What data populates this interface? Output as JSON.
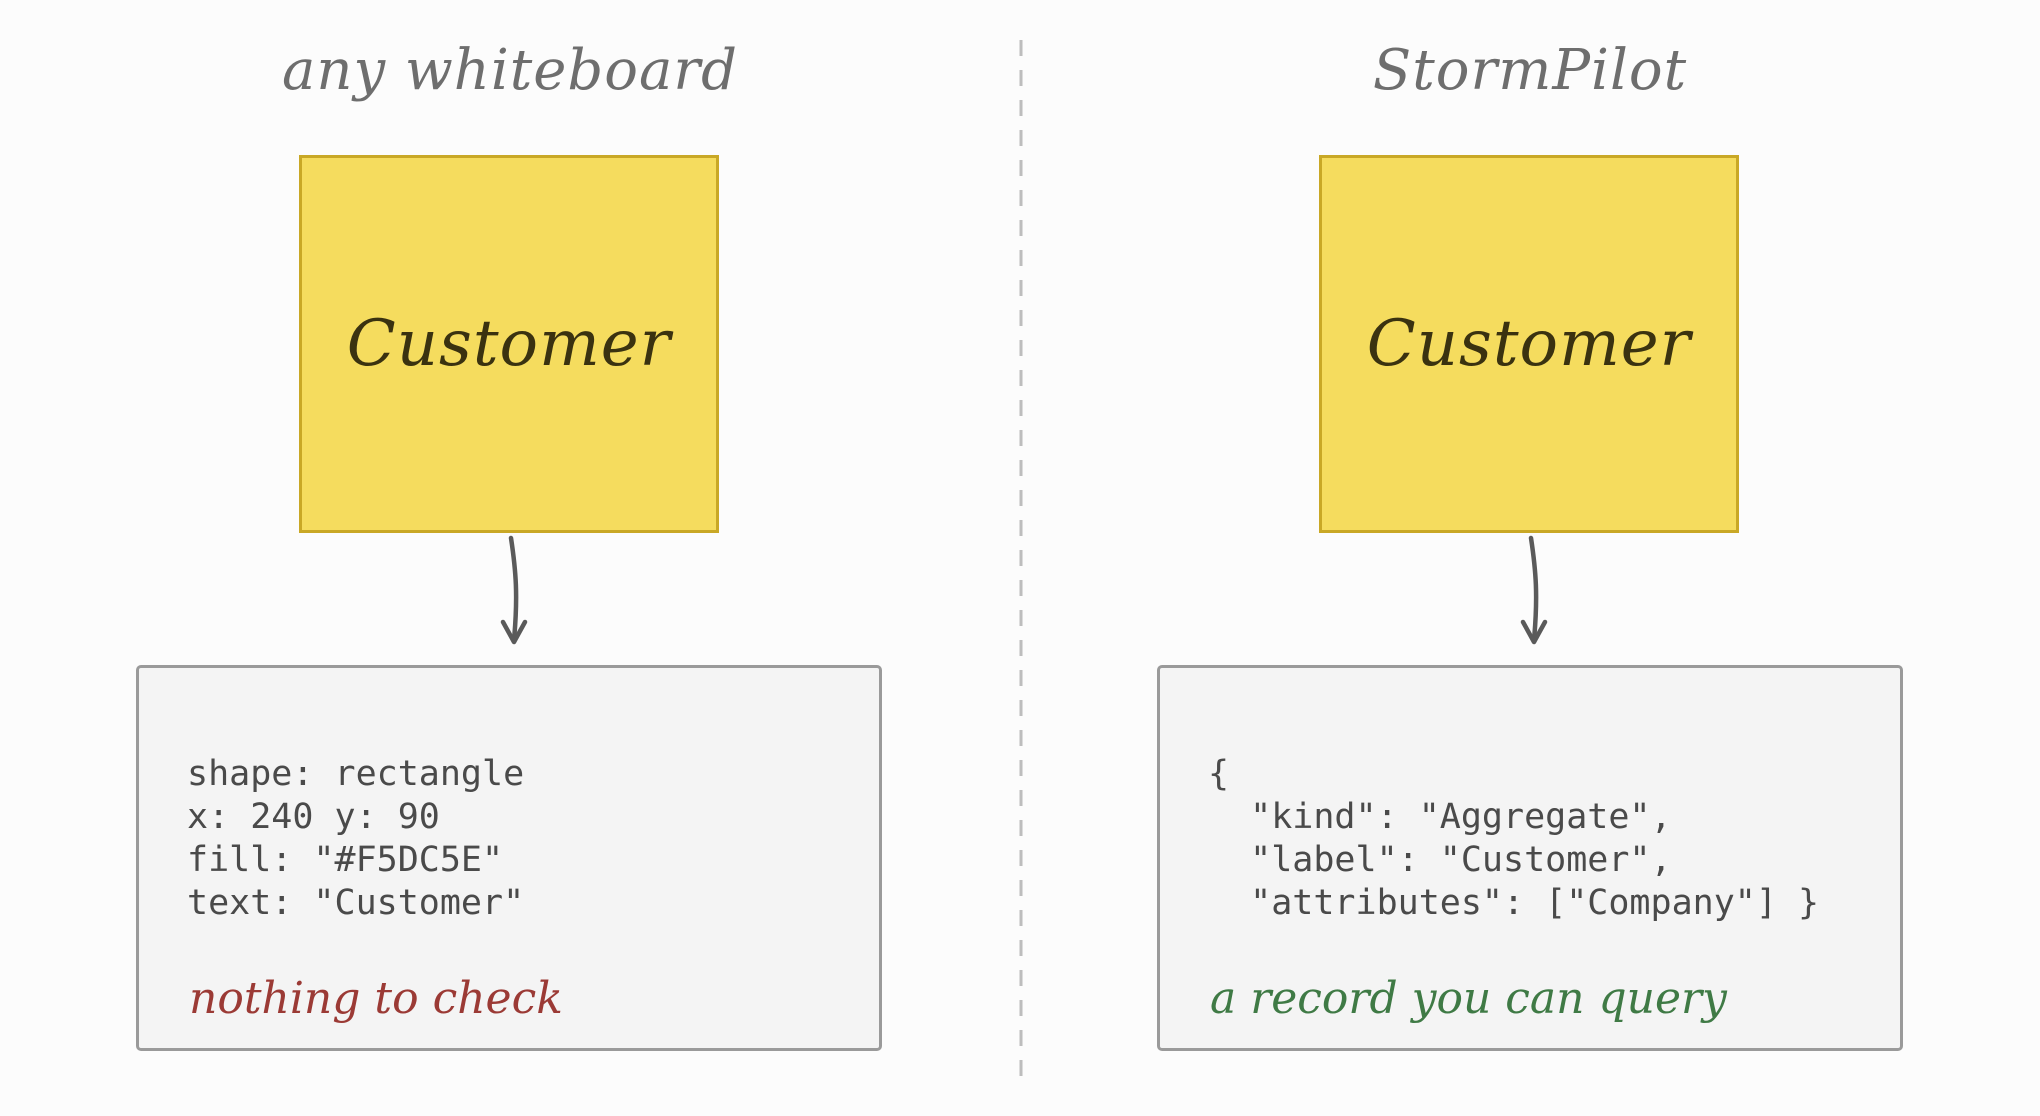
{
  "left": {
    "heading": "any whiteboard",
    "sticky_label": "Customer",
    "code_lines": [
      "shape: rectangle",
      "x: 240 y: 90",
      "fill: \"#F5DC5E\"",
      "text: \"Customer\""
    ],
    "note": "nothing to check",
    "note_color": "#9b3a35"
  },
  "right": {
    "heading": "StormPilot",
    "sticky_label": "Customer",
    "code_lines": [
      "{",
      "  \"kind\": \"Aggregate\",",
      "  \"label\": \"Customer\",",
      "  \"attributes\": [\"Company\"] }"
    ],
    "note": "a record you can query",
    "note_color": "#3f7a45"
  },
  "colors": {
    "sticky_fill": "#F5DC5E",
    "sticky_border": "#C9A826",
    "card_fill": "#F4F4F4",
    "card_border": "#9A9A9A",
    "arrow": "#5a5a5a",
    "divider": "#bdbdbd"
  }
}
